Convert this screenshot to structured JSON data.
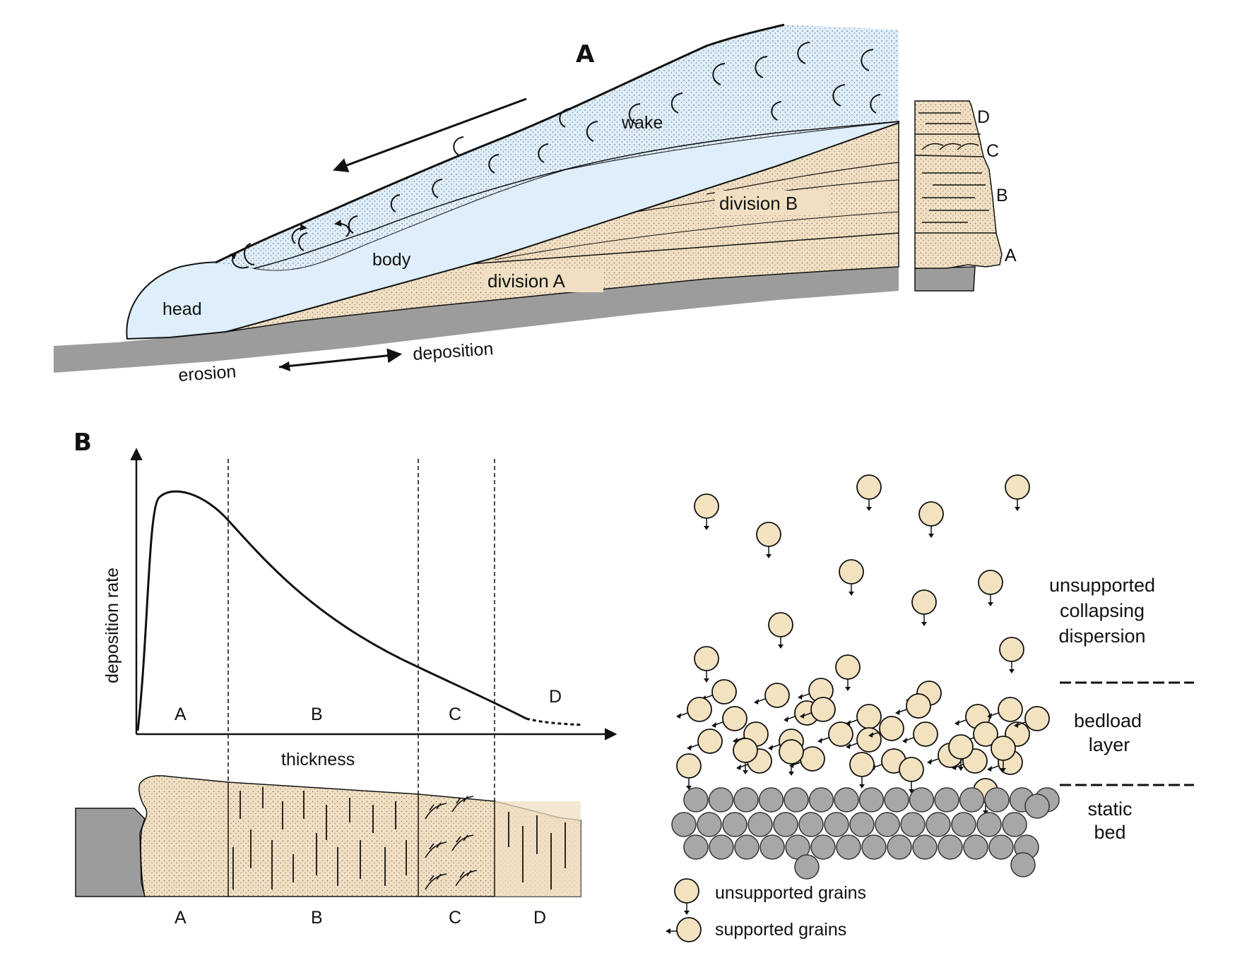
{
  "panels": {
    "a": "A",
    "b": "B"
  },
  "colors": {
    "flow": "#deeefa",
    "sand": "#f0dfc2",
    "basement": "#9c9c9c",
    "bed_grain": "#a7a7a7",
    "grain": "#f3e2c0",
    "ink": "#111111"
  },
  "flow_parts": {
    "wake": "wake",
    "body": "body",
    "head": "head"
  },
  "divisions": {
    "a": "division A",
    "b": "division B"
  },
  "flow_zones": {
    "erosion": "erosion",
    "deposition": "deposition"
  },
  "column_labels": [
    "D",
    "C",
    "B",
    "A"
  ],
  "chart_data": {
    "type": "line",
    "title": "",
    "xlabel": "thickness",
    "ylabel": "deposition rate",
    "intervals": [
      "A",
      "B",
      "C",
      "D"
    ],
    "curve_description_values": {
      "x": [
        0,
        0.12,
        0.3,
        0.6,
        0.8,
        0.95,
        1.0
      ],
      "y": [
        0,
        0.9,
        0.75,
        0.45,
        0.2,
        0.06,
        0.04
      ]
    },
    "grid": false
  },
  "log_labels": [
    "A",
    "B",
    "C",
    "D"
  ],
  "zones": {
    "dispersion": [
      "unsupported",
      "collapsing",
      "dispersion"
    ],
    "bedload": [
      "bedload",
      "layer"
    ],
    "static": [
      "static",
      "bed"
    ]
  },
  "legend": {
    "unsupported": "unsupported grains",
    "supported": "supported grains"
  }
}
